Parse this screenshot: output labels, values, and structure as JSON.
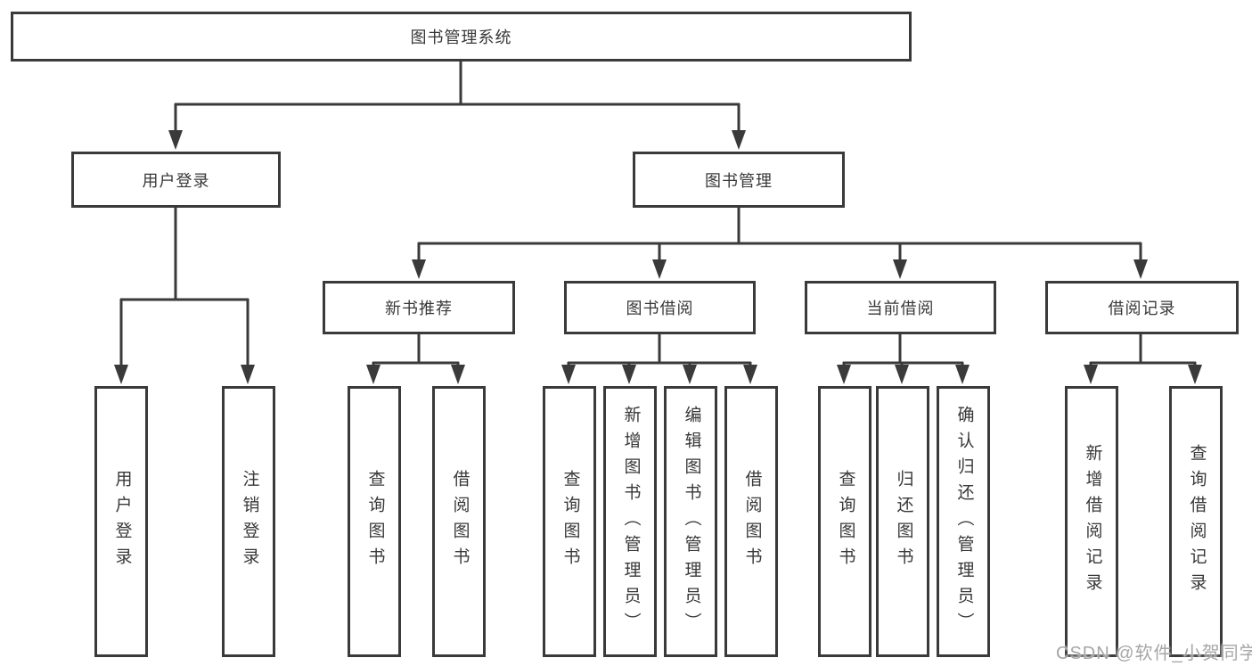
{
  "tree": {
    "root": "图书管理系统",
    "branches": [
      {
        "label": "用户登录",
        "children": [
          "用户登录",
          "注销登录"
        ]
      },
      {
        "label": "图书管理",
        "groups": [
          {
            "label": "新书推荐",
            "children": [
              "查询图书",
              "借阅图书"
            ]
          },
          {
            "label": "图书借阅",
            "children": [
              "查询图书",
              "新增图书（管理员）",
              "编辑图书（管理员）",
              "借阅图书"
            ]
          },
          {
            "label": "当前借阅",
            "children": [
              "查询图书",
              "归还图书",
              "确认归还（管理员）"
            ]
          },
          {
            "label": "借阅记录",
            "children": [
              "新增借阅记录",
              "查询借阅记录"
            ]
          }
        ]
      }
    ]
  },
  "watermark": "CSDN @软件_小贺同学",
  "colors": {
    "line": "#3a3a3a",
    "text": "#383838",
    "background": "#ffffff",
    "watermark": "#a6a6a6"
  }
}
